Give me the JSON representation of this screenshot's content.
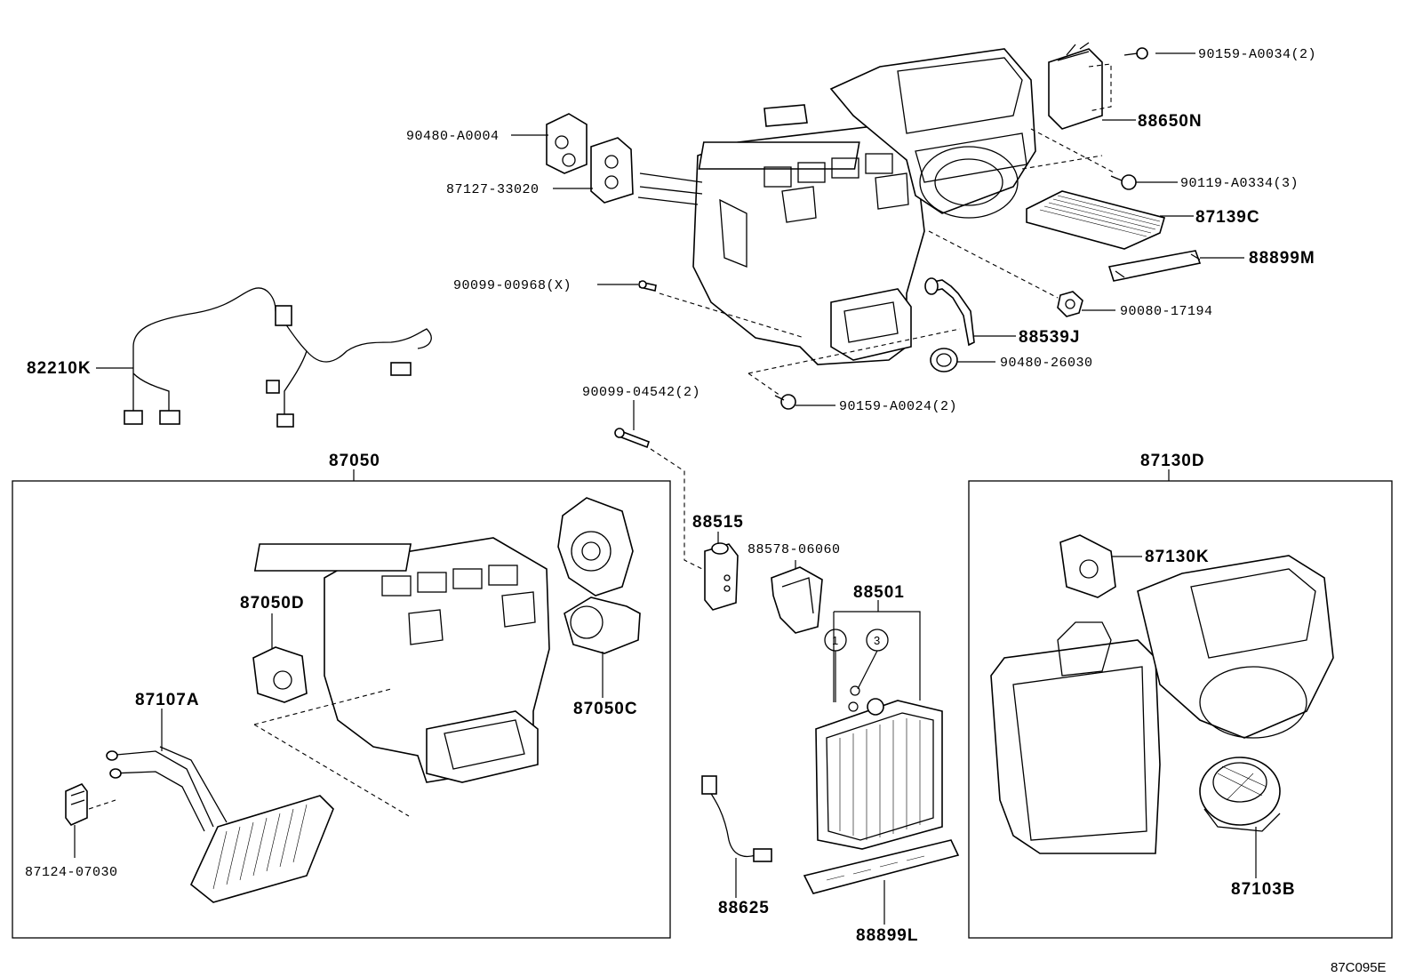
{
  "labels": {
    "p90159_A0034": "90159-A0034(2)",
    "p88650N": "88650N",
    "p90480_A0004": "90480-A0004",
    "p90119_A0334": "90119-A0334(3)",
    "p87127_33020": "87127-33020",
    "p87139C": "87139C",
    "p88899M": "88899M",
    "p90099_00968": "90099-00968(X)",
    "p90080_17194": "90080-17194",
    "p82210K": "82210K",
    "p88539J": "88539J",
    "p90480_26030": "90480-26030",
    "p90099_04542": "90099-04542(2)",
    "p90159_A0024": "90159-A0024(2)",
    "p87050": "87050",
    "p87130D": "87130D",
    "p88515": "88515",
    "p88578_06060": "88578-06060",
    "p87130K": "87130K",
    "p87050D": "87050D",
    "p88501": "88501",
    "p87107A": "87107A",
    "p87050C": "87050C",
    "p87124_07030": "87124-07030",
    "p88625": "88625",
    "p88899L": "88899L",
    "p87103B": "87103B",
    "callout1": "1",
    "callout3": "3"
  },
  "diagram_code": "87C095E"
}
